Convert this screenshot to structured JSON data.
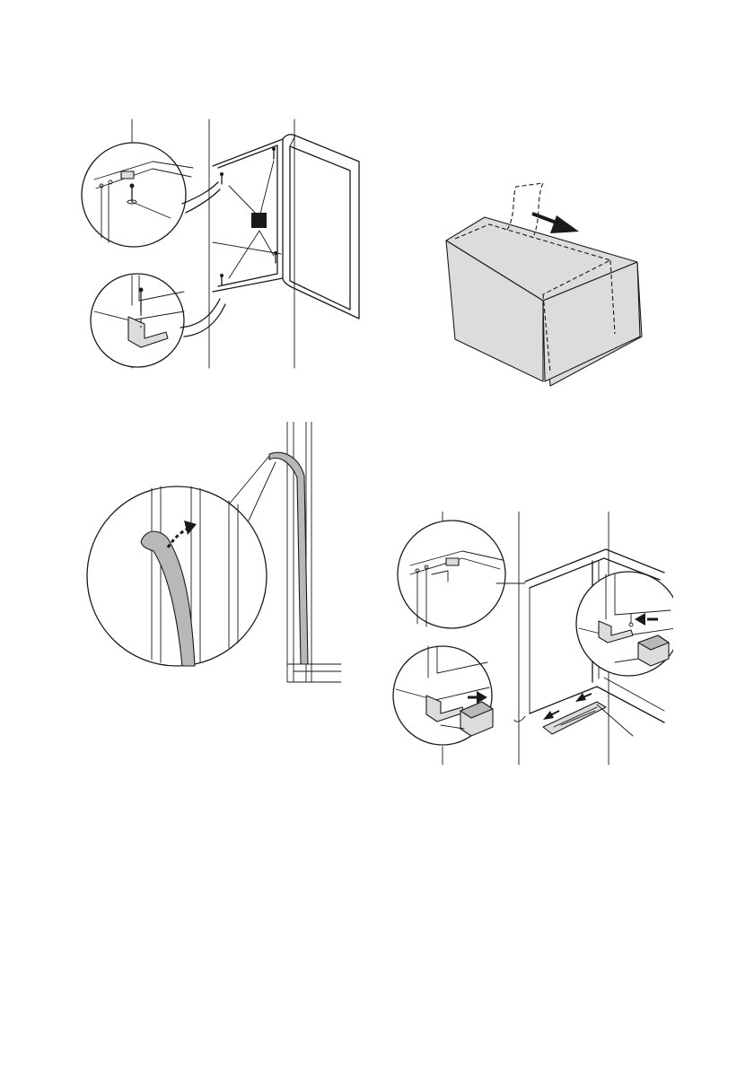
{
  "figures": [
    {
      "icon": "screw-mount-illustration"
    },
    {
      "icon": "adhesive-tape-box-illustration"
    },
    {
      "icon": "seal-strip-illustration"
    },
    {
      "icon": "plinth-cover-illustration"
    }
  ]
}
